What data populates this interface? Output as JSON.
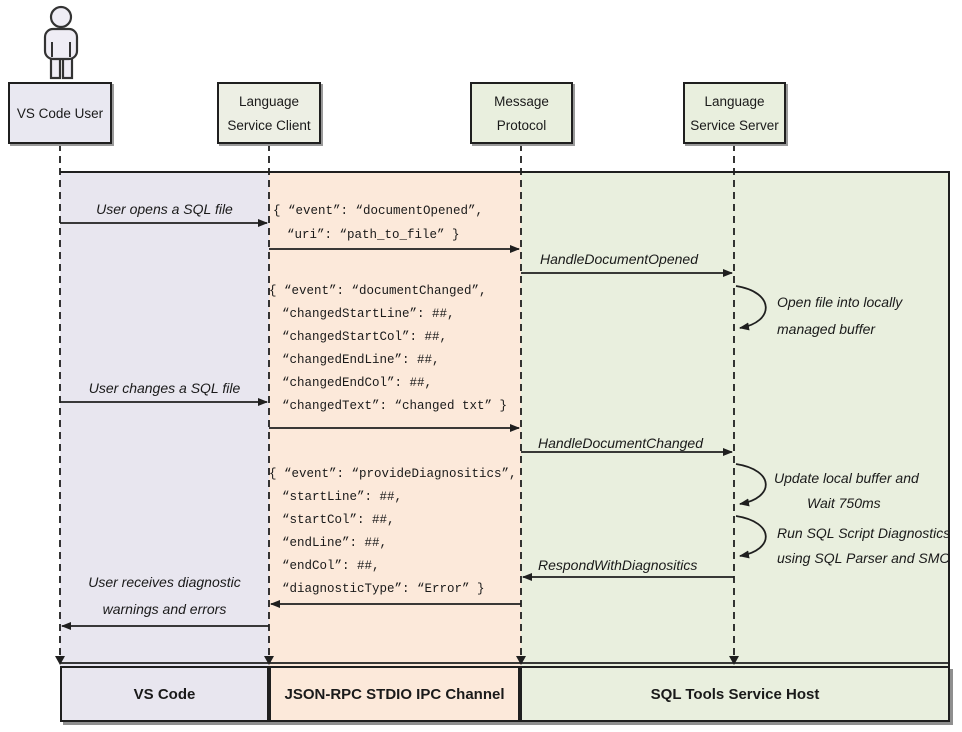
{
  "actors": {
    "user": {
      "name": "VS Code User"
    },
    "client": {
      "name_line1": "Language",
      "name_line2": "Service Client"
    },
    "protocol": {
      "name_line1": "Message",
      "name_line2": "Protocol"
    },
    "server": {
      "name_line1": "Language",
      "name_line2": "Service Server"
    }
  },
  "messages": {
    "user_opens": "User opens a SQL file",
    "user_changes": "User changes a SQL file",
    "user_receives_line1": "User receives diagnostic",
    "user_receives_line2": "warnings and errors",
    "handle_document_opened": "HandleDocumentOpened",
    "handle_document_changed": "HandleDocumentChanged",
    "respond_with_diagnostics": "RespondWithDiagnositics"
  },
  "notes": {
    "open_file": [
      "Open file into locally",
      "managed buffer"
    ],
    "update_buffer": [
      "Update local buffer and",
      "Wait 750ms"
    ],
    "run_diagnostics": [
      "Run SQL Script Diagnostics",
      "using SQL Parser and SMO"
    ]
  },
  "payloads": {
    "document_opened": [
      "{ “event”: “documentOpened”,",
      "“uri”: “path_to_file” }"
    ],
    "document_changed": [
      "{ “event”: “documentChanged”,",
      "“changedStartLine”: ##,",
      "“changedStartCol”: ##,",
      "“changedEndLine”: ##,",
      "“changedEndCol”: ##,",
      "“changedText”: “changed txt” }"
    ],
    "provide_diagnostics": [
      "{ “event”: “provideDiagnositics”,",
      "“startLine”: ##,",
      "“startCol”: ##,",
      "“endLine”: ##,",
      "“endCol”: ##,",
      "“diagnosticType”: “Error” }"
    ]
  },
  "footer": {
    "vscode": "VS Code",
    "channel": "JSON-RPC STDIO IPC Channel",
    "host": "SQL Tools Service Host"
  },
  "colors": {
    "user_lane": "#e8e6ef",
    "channel_lane": "#fce9da",
    "host_lane": "#e9efde",
    "client_box": "#edefe4",
    "line": "#1f1f1f"
  }
}
